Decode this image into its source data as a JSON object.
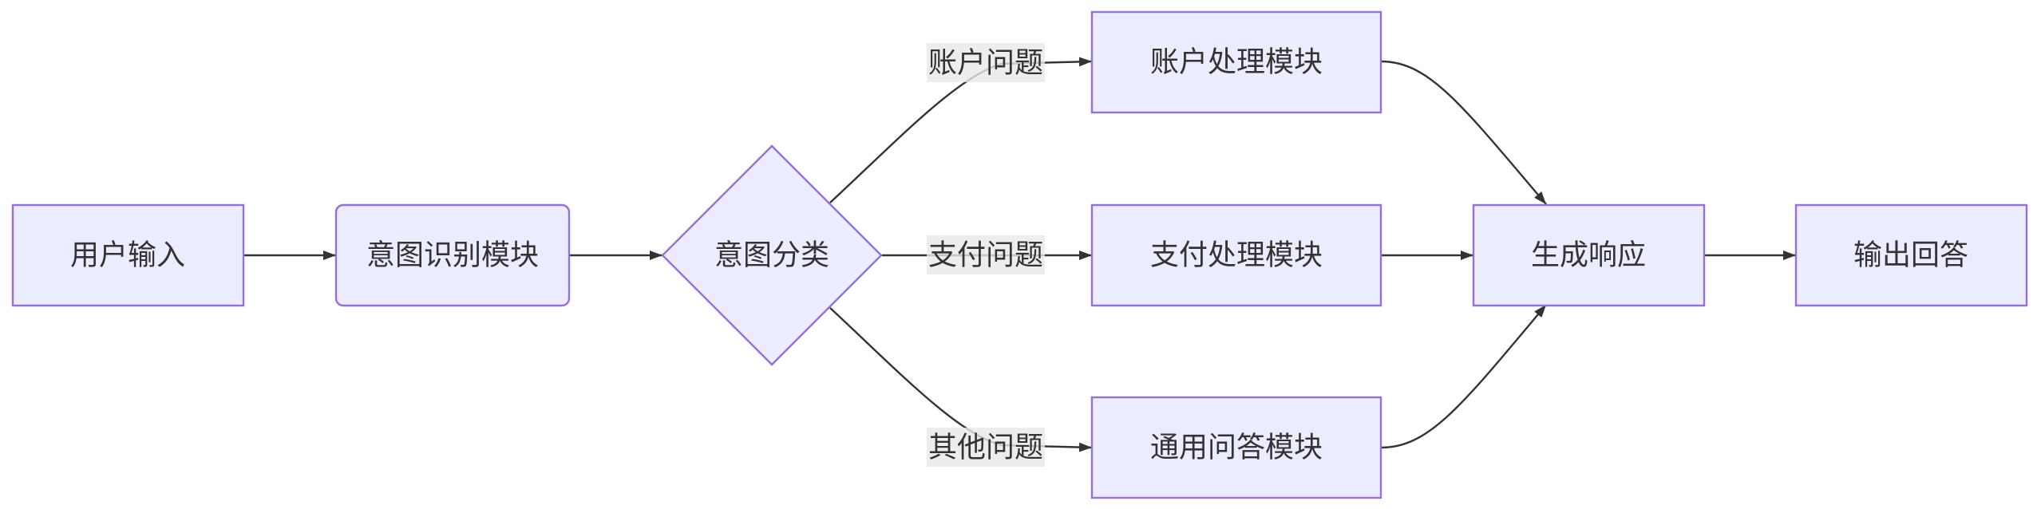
{
  "diagram": {
    "nodes": {
      "user_input": "用户输入",
      "intent_recognition": "意图识别模块",
      "intent_classification": "意图分类",
      "account_handler": "账户处理模块",
      "payment_handler": "支付处理模块",
      "general_qa": "通用问答模块",
      "generate_response": "生成响应",
      "output_answer": "输出回答"
    },
    "edge_labels": {
      "account": "账户问题",
      "payment": "支付问题",
      "other": "其他问题"
    },
    "colors": {
      "node_fill": "#ECECFF",
      "node_stroke": "#9370DB",
      "text": "#333333",
      "edge": "#333333",
      "edge_label_bg": "#e8e8e8"
    }
  }
}
